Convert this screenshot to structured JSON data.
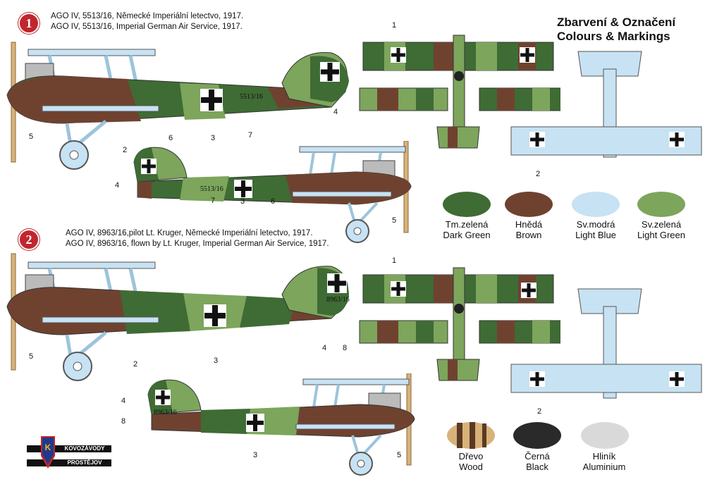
{
  "variants": [
    {
      "badge": "1",
      "caption_cz": "AGO IV, 5513/16, Německé Imperiální letectvo, 1917.",
      "caption_en": "AGO IV, 5513/16, Imperial German Air Service, 1917.",
      "serial": "5513/16"
    },
    {
      "badge": "2",
      "caption_cz": "AGO IV, 8963/16,pilot Lt. Kruger, Německé Imperiální letectvo, 1917.",
      "caption_en": "AGO IV, 8963/16, flown by Lt. Kruger, Imperial German Air Service, 1917.",
      "serial": "8963/16"
    }
  ],
  "legend": {
    "title_cz": "Zbarvení & Označení",
    "title_en": "Colours & Markings",
    "swatches": [
      {
        "cz": "Tm.zelená",
        "en": "Dark Green",
        "color": "#3f6b34"
      },
      {
        "cz": "Hnědá",
        "en": "Brown",
        "color": "#6f4230"
      },
      {
        "cz": "Sv.modrá",
        "en": "Light Blue",
        "color": "#c7e2f3"
      },
      {
        "cz": "Sv.zelená",
        "en": "Light Green",
        "color": "#7da55c"
      },
      {
        "cz": "Dřevo",
        "en": "Wood",
        "color": "#d8b27a"
      },
      {
        "cz": "Černá",
        "en": "Black",
        "color": "#2a2a2a"
      },
      {
        "cz": "Hliník",
        "en": "Aluminium",
        "color": "#d9d9d9"
      }
    ]
  },
  "callouts": {
    "n1": "1",
    "n2": "2",
    "n3": "3",
    "n4": "4",
    "n5": "5",
    "n6": "6",
    "n7": "7",
    "n8": "8"
  },
  "logo": {
    "line1": "KOVOZÁVODY",
    "line2": "PROSTĚJOV"
  },
  "colors": {
    "dark_green": "#3f6b34",
    "brown": "#6f4230",
    "light_blue": "#c7e2f3",
    "light_green": "#7da55c"
  }
}
